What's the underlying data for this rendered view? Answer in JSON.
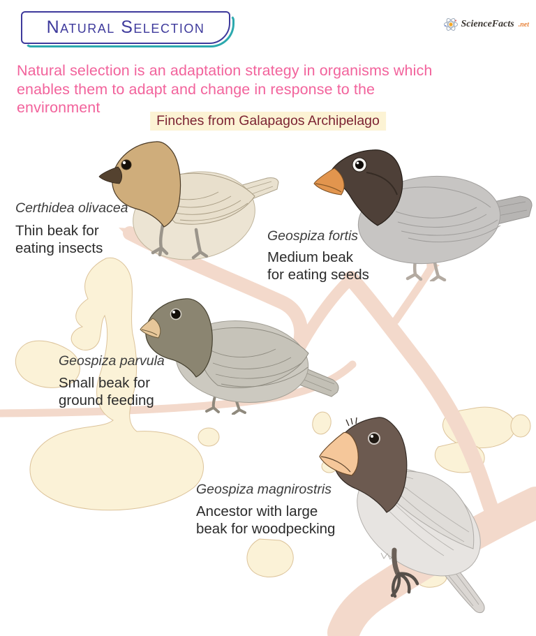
{
  "header": {
    "title": "Natural Selection",
    "logo": {
      "brand": "ScienceFacts",
      "tld": ".net"
    }
  },
  "intro": "Natural selection is an adaptation strategy in organisms which\nenables them to adapt and change in response to the\nenvironment",
  "subtitle": "Finches from Galapagos Archipelago",
  "finches": [
    {
      "name": "Certhidea olivacea",
      "trait": "Thin beak for\neating insects",
      "colors": {
        "head": "#CFAD7B",
        "body": "#ECE4D3",
        "beak": "#54422F"
      }
    },
    {
      "name": "Geospiza fortis",
      "trait": "Medium beak\nfor eating seeds",
      "colors": {
        "head": "#4E4038",
        "body": "#C7C5C3",
        "beak": "#E2954E"
      }
    },
    {
      "name": "Geospiza parvula",
      "trait": "Small beak for\nground feeding",
      "colors": {
        "head": "#8B8571",
        "body": "#CCC9C0",
        "beak": "#E7C79A"
      }
    },
    {
      "name": "Geospiza magnirostris",
      "trait": "Ancestor with large\nbeak for woodpecking",
      "colors": {
        "head": "#6C5A50",
        "body": "#E7E4E1",
        "beak": "#F5C79A"
      }
    }
  ],
  "palette": {
    "title_blue": "#3E3A9C",
    "accent_teal": "#2CA9AE",
    "intro_pink": "#F2639C",
    "subtitle_maroon": "#7C2433",
    "subtitle_highlight": "#FCF3D4",
    "branch_pink": "#F3D9CB",
    "island_fill": "#FBF2D7",
    "island_stroke": "#DCC39A",
    "logo_orange": "#E8833A"
  }
}
